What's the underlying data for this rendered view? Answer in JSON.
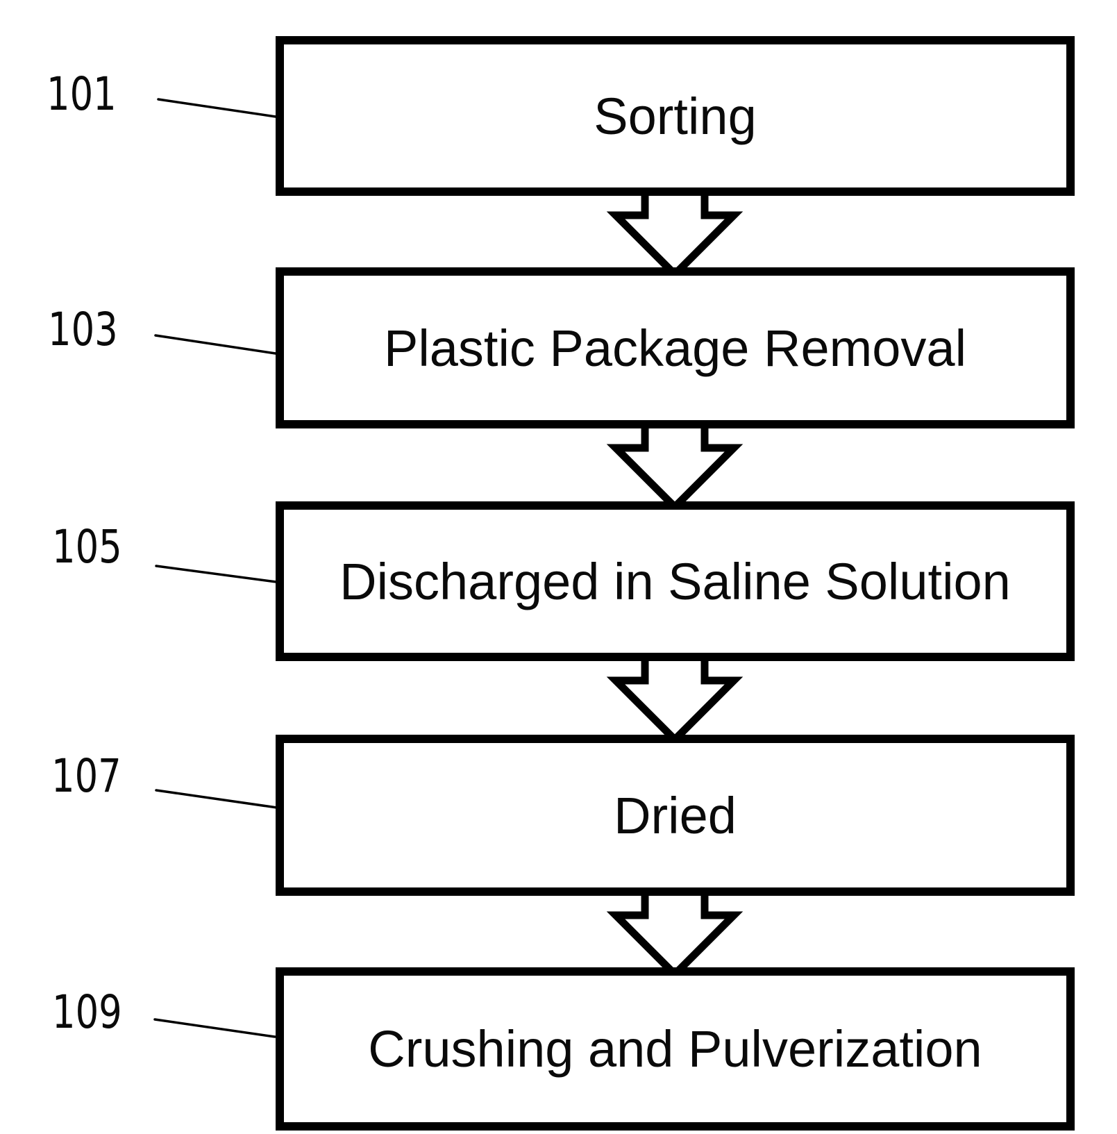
{
  "figure": {
    "type": "flowchart",
    "direction": "top-down",
    "background_color": "#ffffff",
    "line_color": "#000000",
    "box_fill": "#ffffff"
  },
  "steps": [
    {
      "ref": "101",
      "title": "Sorting"
    },
    {
      "ref": "103",
      "title": "Plastic Package Removal"
    },
    {
      "ref": "105",
      "title": "Discharged in Saline Solution"
    },
    {
      "ref": "107",
      "title": "Dried"
    },
    {
      "ref": "109",
      "title": "Crushing and Pulverization"
    }
  ],
  "connectors": [
    {
      "from": "101",
      "to": "103",
      "style": "hollow-block-arrow-down"
    },
    {
      "from": "103",
      "to": "105",
      "style": "hollow-block-arrow-down"
    },
    {
      "from": "105",
      "to": "107",
      "style": "hollow-block-arrow-down"
    },
    {
      "from": "107",
      "to": "109",
      "style": "hollow-block-arrow-down"
    }
  ]
}
